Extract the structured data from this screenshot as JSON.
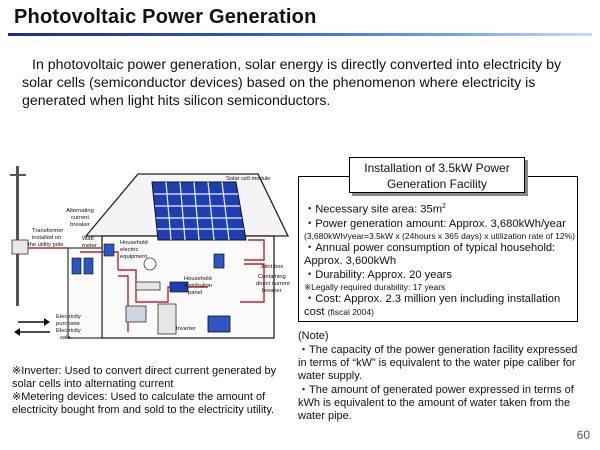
{
  "title": "Photovoltaic Power Generation",
  "intro": "In photovoltaic power generation, solar energy is directly converted into electricity by solar cells (semiconductor devices) based on the phenomenon where electricity is generated when light hits silicon semiconductors.",
  "diagram": {
    "solar_cell_module": "Solar cell module",
    "alternating_current_breaker": [
      "Alternating",
      "current",
      "breaker"
    ],
    "transformer": [
      "Transformer",
      "installed on",
      "the utility pole"
    ],
    "watt_meter": [
      "Watt",
      "meter"
    ],
    "household_equipment": [
      "Household",
      "electric",
      "equipment"
    ],
    "joint_box": "Joint box",
    "dc_breaker": [
      "Containing",
      "direct current",
      "breaker"
    ],
    "distribution_panel": [
      "Household",
      "distribution",
      "panel"
    ],
    "inverter": "Inverter",
    "electricity_purchase": [
      "Electricity",
      "purchase"
    ],
    "electricity_sale": [
      "Electricity",
      "sale"
    ]
  },
  "installation": {
    "title_line1": "Installation of 3.5kW Power",
    "title_line2": "Generation Facility",
    "bullet": "・",
    "site_area": "Necessary site area: 35m",
    "site_area_sup": "2",
    "power_amount": "Power generation amount: Approx. 3,680kWh/year",
    "power_amount_note": "(3,680kWh/year=3.5kW x (24hours x 365 days) x utilization rate of 12%)",
    "consumption": "Annual power consumption of typical household: Approx. 3,600kWh",
    "durability": "Durability: Approx. 20 years",
    "durability_note": "※Legally required durability: 17 years",
    "cost": "Cost: Approx. 2.3 million yen including installation cost",
    "cost_note": "(fiscal 2004)"
  },
  "note": {
    "heading": "(Note)",
    "items": [
      "・The capacity of the power generation facility expressed in terms of “kW” is equivalent to the water pipe caliber for water supply.",
      "・The amount of generated power expressed in terms of kWh is equivalent to the amount of water taken from the water pipe."
    ]
  },
  "footnotes": [
    "※Inverter: Used to convert direct current generated by solar cells into alternating current",
    "※Metering devices: Used to calculate the amount of electricity bought from and sold to the electricity utility."
  ],
  "page_number": "60",
  "colors": {
    "title_rule_dark": "#1a2f8a",
    "title_rule_light": "#c8dcfa",
    "panel_blue": "#1f3fb0",
    "wire_red": "#cc2222"
  }
}
